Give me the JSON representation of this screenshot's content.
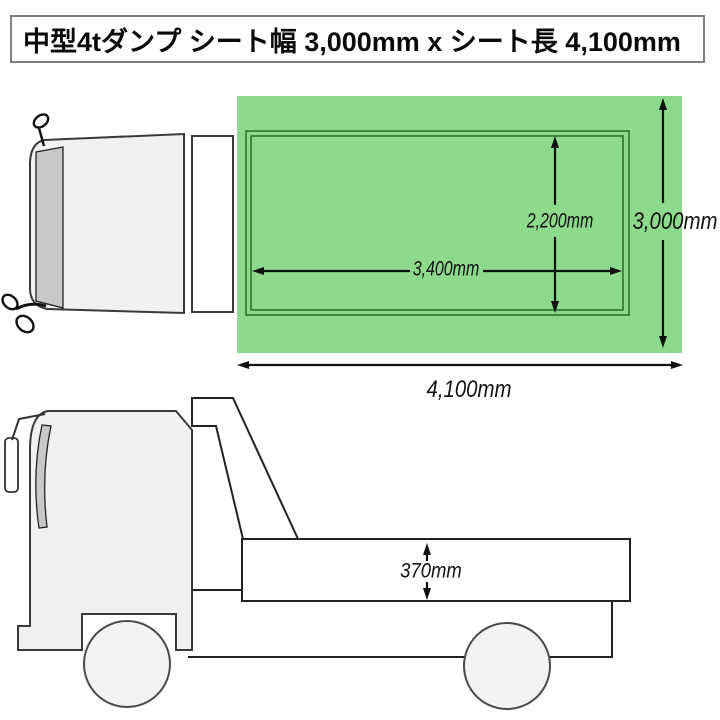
{
  "title": "中型4tダンプ シート幅 3,000mm x シート長 4,100mm",
  "top_view": {
    "sheet_width_label": "3,000mm",
    "sheet_length_label": "4,100mm",
    "bed_inner_width_label": "2,200mm",
    "bed_inner_length_label": "3,400mm"
  },
  "side_view": {
    "bed_side_height_label": "370mm"
  },
  "colors": {
    "sheet_green": "#8dd98d",
    "bed_outline_green": "#2a6b2a",
    "truck_fill": "#f1f1ef",
    "glass_gray": "#c8c8c8",
    "line_dark": "#1a1a1a"
  }
}
